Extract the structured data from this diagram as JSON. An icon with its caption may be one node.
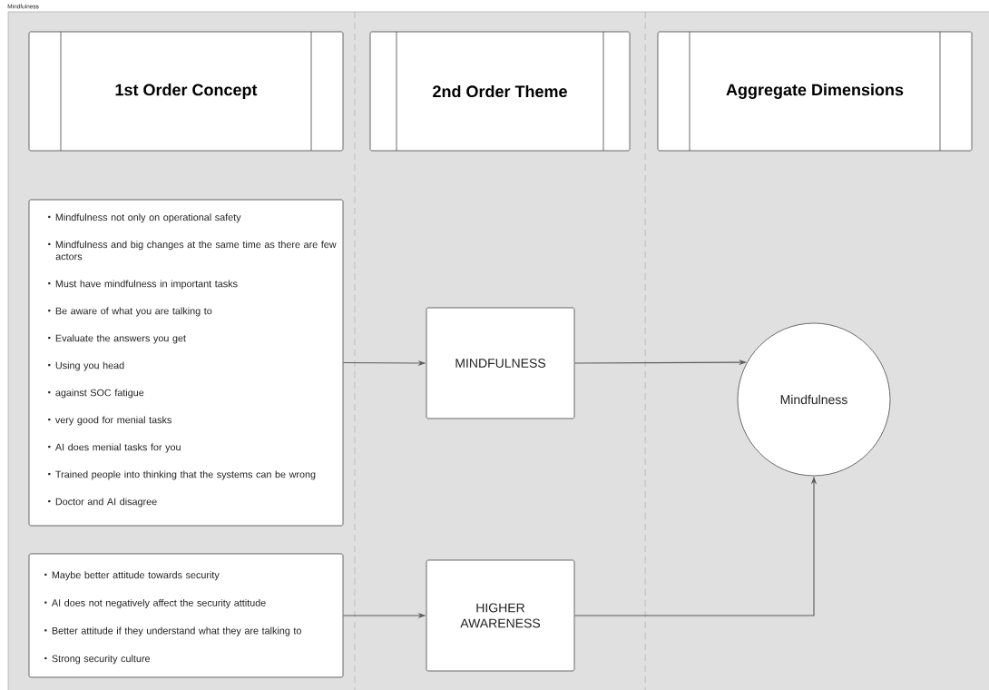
{
  "diagram": {
    "title": "Mindfulness",
    "nodes": [
      {
        "text": [
          "1st Order Concept"
        ]
      },
      {
        "text": [
          "2nd Order Theme"
        ]
      },
      {
        "text": [
          "Aggregate Dimensions"
        ]
      },
      {
        "text": [
          "Mindfulness not only on operational safety",
          "Mindfulness and big changes at the same time as there are few actors",
          "Must have mindfulness in important tasks",
          "Be aware of what you are talking to",
          "Evaluate the answers you get",
          "Using you head",
          "against SOC fatigue",
          "very good for menial tasks",
          "AI does menial tasks for you",
          "Trained people into thinking that the systems can be wrong",
          "Doctor and AI disagree"
        ]
      },
      {
        "text": [
          "Maybe better attitude towards security",
          "AI does not negatively affect the security attitude",
          "Better attitude if they understand what they are talking to",
          "Strong security culture"
        ]
      },
      {
        "text": [
          "MINDFULNESS"
        ]
      },
      {
        "text": [
          "HIGHER AWARENESS"
        ]
      },
      {
        "text": [
          "Mindfulness"
        ]
      }
    ],
    "edges": [
      {
        "from": 3,
        "to": 5,
        "arrow": "to"
      },
      {
        "from": 5,
        "to": 7,
        "arrow": "to"
      },
      {
        "from": 4,
        "to": 6,
        "arrow": "to"
      },
      {
        "from": 6,
        "to": 7,
        "arrow": "to"
      }
    ]
  }
}
